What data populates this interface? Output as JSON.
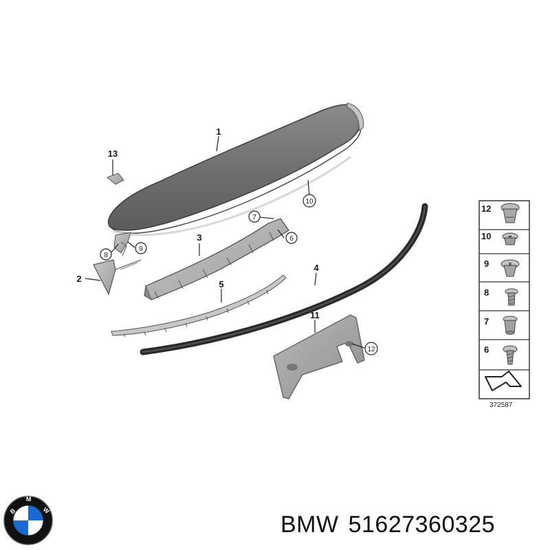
{
  "parts": {
    "spoiler": "1",
    "end_cover": "2",
    "bracket": "3",
    "seal": "4",
    "strip": "5",
    "clip_10": "10",
    "clip_7": "7",
    "clip_6": "6",
    "clip_8": "8",
    "clip_9": "9",
    "clip_13": "13",
    "plate": "11",
    "clip_12": "12"
  },
  "legend": {
    "rows": [
      "12",
      "10",
      "9",
      "8",
      "7",
      "6"
    ],
    "diagram_id": "372587"
  },
  "footer": {
    "brand": "BMW",
    "part_number": "51627360325"
  },
  "logo": {
    "text": "BMW",
    "colors": {
      "blue": "#1c69d4",
      "white": "#ffffff",
      "ring": "#111111"
    }
  }
}
